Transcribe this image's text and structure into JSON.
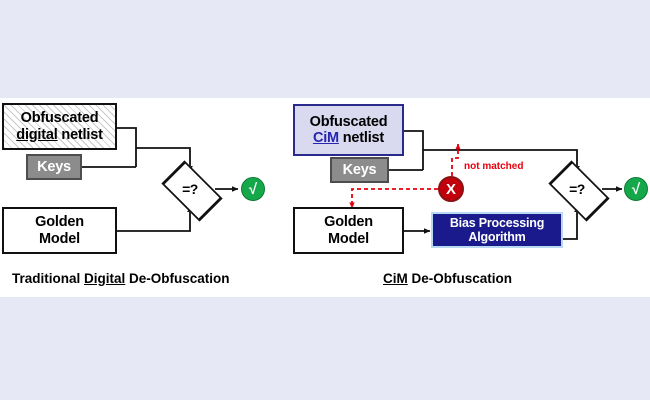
{
  "figure": {
    "background_color": "#ffffff",
    "band_color": "#e6e8f5"
  },
  "left_panel": {
    "caption_prefix": "Traditional ",
    "caption_emphasis": "Digital",
    "caption_suffix": " De-Obfuscation",
    "nodes": {
      "obfuscated_netlist": {
        "line1": "Obfuscated",
        "line2_emphasis": "digital",
        "line2_rest": " netlist",
        "fill": "hatched",
        "border_color": "#111111"
      },
      "keys": {
        "label": "Keys",
        "fill": "#8c8c8c",
        "text_color": "#ffffff"
      },
      "golden_model": {
        "line1": "Golden",
        "line2": "Model",
        "fill": "#ffffff"
      },
      "decision": {
        "label": "=?"
      },
      "result": {
        "glyph": "√",
        "name": "check-mark",
        "fill": "#15a84a"
      }
    }
  },
  "right_panel": {
    "caption_emphasis": "CiM",
    "caption_suffix": " De-Obfuscation",
    "nodes": {
      "obfuscated_netlist": {
        "line1": "Obfuscated",
        "line2_emphasis": "CiM",
        "line2_rest": " netlist",
        "fill": "#d9d9f0",
        "border_color": "#2a2a8c"
      },
      "keys": {
        "label": "Keys",
        "fill": "#8c8c8c",
        "text_color": "#ffffff"
      },
      "golden_model": {
        "line1": "Golden",
        "line2": "Model",
        "fill": "#ffffff"
      },
      "bias_processing": {
        "line1": "Bias Processing",
        "line2": "Algorithm",
        "fill": "#1a1a8c",
        "text_color": "#ffffff",
        "border_color": "#b9d9f2"
      },
      "decision": {
        "label": "=?"
      },
      "result": {
        "glyph": "√",
        "name": "check-mark",
        "fill": "#15a84a"
      },
      "mismatch": {
        "glyph": "X",
        "name": "cross-mark",
        "fill": "#c2000c"
      }
    },
    "annotations": {
      "not_matched": "not matched",
      "not_matched_color": "#e8000d"
    }
  }
}
